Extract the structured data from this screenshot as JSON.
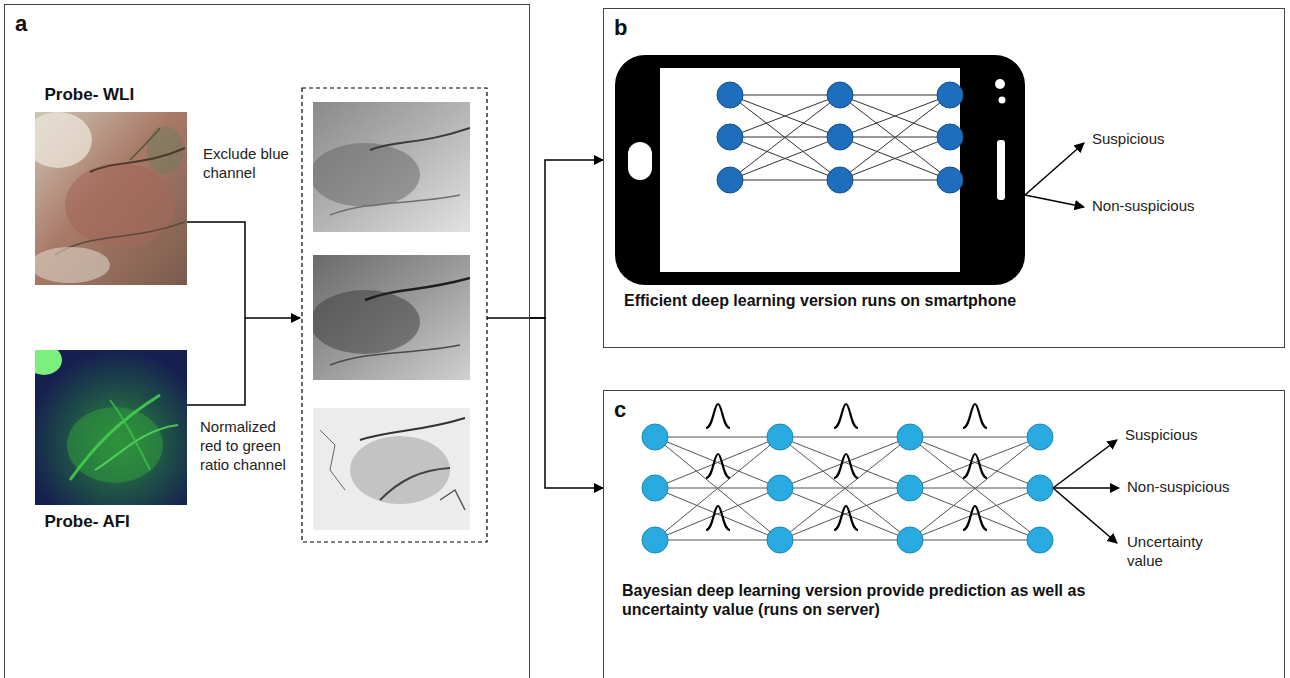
{
  "diagram": {
    "nodes": [
      {
        "text": [
          "a"
        ]
      },
      {
        "text": [
          "Probe- WLI"
        ],
        "in": 0
      },
      {
        "text": [
          "Probe- AFI"
        ],
        "in": 0
      },
      {
        "text": [
          "b",
          "Efficient deep learning version runs on smartphone"
        ]
      },
      {
        "text": [
          "c",
          "Bayesian deep learning version provide prediction as well as uncertainty value (runs on server)"
        ]
      }
    ],
    "edges": [
      {
        "from": 0,
        "to": 3,
        "arrow": "to"
      },
      {
        "from": 0,
        "to": 4,
        "arrow": "to"
      }
    ],
    "labels": [
      "Exclude blue channel",
      "Normalized red to green ratio channel",
      "Suspicious",
      "Non-suspicious",
      "Suspicious",
      "Non-suspicious",
      "Uncertainty value"
    ]
  }
}
